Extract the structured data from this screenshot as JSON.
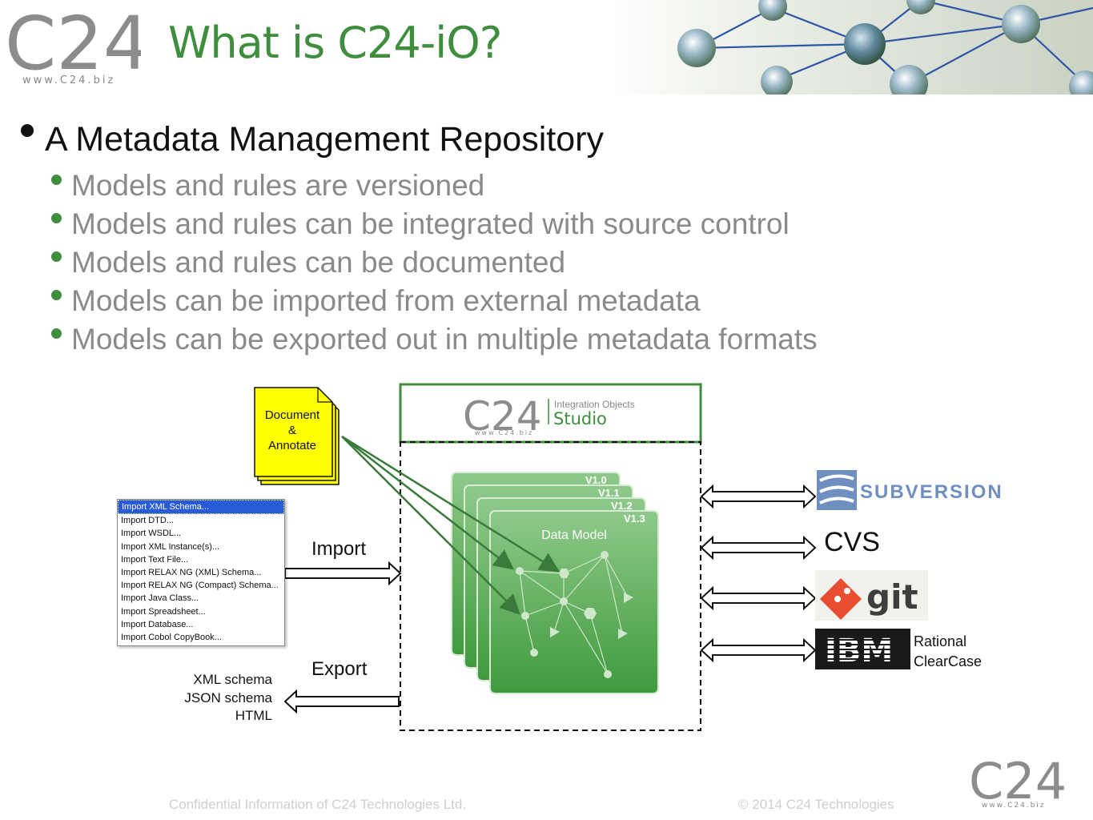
{
  "header": {
    "logo_text": "C24",
    "logo_url": "www.C24.biz",
    "title": "What is C24-iO?"
  },
  "main_bullet": "A Metadata Management Repository",
  "sub_bullets": [
    "Models and rules are versioned",
    "Models and rules can be integrated with source control",
    "Models and rules can be documented",
    "Models can be imported from external metadata",
    "Models can be exported out in multiple metadata formats"
  ],
  "diagram": {
    "document_note": [
      "Document",
      "&",
      "Annotate"
    ],
    "import_menu": [
      "Import XML Schema...",
      "Import DTD...",
      "Import WSDL...",
      "Import XML Instance(s)...",
      "Import Text File...",
      "Import RELAX NG (XML) Schema...",
      "Import RELAX NG (Compact) Schema...",
      "Import Java Class...",
      "Import Spreadsheet...",
      "Import Database...",
      "Import Cobol CopyBook..."
    ],
    "import_label": "Import",
    "export_label": "Export",
    "export_formats": [
      "XML schema",
      "JSON schema",
      "HTML"
    ],
    "studio_logo": {
      "brand": "C24",
      "url": "www.C24.biz",
      "tagline": "Integration Objects",
      "product": "Studio"
    },
    "versions": [
      "V1.0",
      "V1.1",
      "V1.2",
      "V1.3"
    ],
    "data_model_label": "Data Model",
    "scm": {
      "subversion": "SUBVERSION",
      "cvs": "CVS",
      "git": "git",
      "ibm": "IBM",
      "rational": [
        "Rational",
        "ClearCase"
      ]
    }
  },
  "footer": {
    "confidential": "Confidential Information of C24 Technologies Ltd.",
    "copyright": "© 2014 C24 Technologies",
    "logo_url": "www.C24.biz"
  },
  "colors": {
    "accent_green": "#3e8e3e",
    "note_yellow": "#ffff00",
    "menu_select": "#2a5bd7"
  }
}
